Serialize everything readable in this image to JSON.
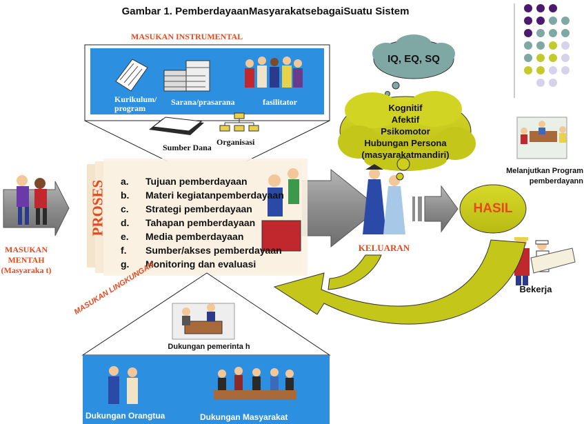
{
  "title": "Gambar 1. PemberdayaanMasyarakatsebagaiSuatu Sistem",
  "input_instrumental": {
    "heading": "MASUKAN INSTRUMENTAL",
    "kurikulum": "Kurikulum/",
    "program": "program",
    "sarana": "Sarana/prasarana",
    "fasilitator": "fasilitator",
    "sumber_dana": "Sumber Dana",
    "organisasi": "Organisasi"
  },
  "raw_input": {
    "line1": "MASUKAN",
    "line2": "MENTAH",
    "line3": "(Masyaraka t)"
  },
  "process": {
    "label": "PROSES",
    "items": [
      {
        "letter": "a.",
        "text": "Tujuan pemberdayaan"
      },
      {
        "letter": "b.",
        "text": "Materi kegiatanpemberdayaan"
      },
      {
        "letter": "c.",
        "text": "Strategi pemberdayaan"
      },
      {
        "letter": "d.",
        "text": "Tahapan pemberdayaan"
      },
      {
        "letter": "e.",
        "text": "Media pemberdayaan"
      },
      {
        "letter": "f.",
        "text": "Sumber/akses pemberdayaan"
      },
      {
        "letter": "g.",
        "text": "Monitoring dan evaluasi"
      }
    ]
  },
  "output": {
    "label": "KELUARAN",
    "small_cloud": "IQ, EQ, SQ",
    "big_cloud": [
      "Kognitif",
      "Afektif",
      "Psikomotor",
      "Hubungan Persona",
      "(masyarakatmandiri)"
    ]
  },
  "result": {
    "hasil": "HASIL",
    "melanjutkan1": "Melanjutkan Program",
    "melanjutkan2": "pemberdayann",
    "bekerja": "Bekerja"
  },
  "environment": {
    "heading": "MASUKAN LINGKUNGAN",
    "pemerintah": "Dukungan  pemerinta h",
    "orangtua": "Dukungan Orangtua",
    "masyarakat": "Dukungan Masyarakat"
  },
  "colors": {
    "accent_red": "#e8481c",
    "panel_blue": "#2d8fe0",
    "cloud_olive": "#cdcf1c",
    "arrow_gray": "#8c8c8c",
    "dot_purple": "#4a1a6e",
    "dot_teal": "#7fa7a4",
    "dot_olive": "#c4c92c",
    "dot_lavender": "#d6d2ec"
  }
}
